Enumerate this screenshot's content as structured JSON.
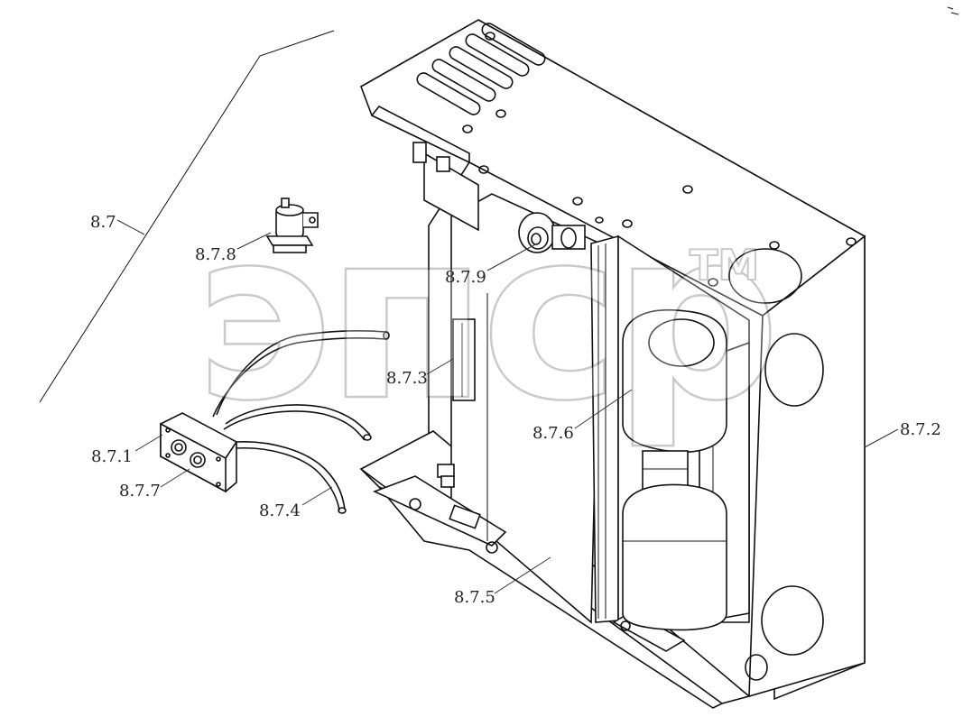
{
  "labels": {
    "assembly": "8.7",
    "p871": "8.7.1",
    "p872": "8.7.2",
    "p873": "8.7.3",
    "p874": "8.7.4",
    "p875": "8.7.5",
    "p876": "8.7.6",
    "p877": "8.7.7",
    "p878": "8.7.8",
    "p879": "8.7.9"
  },
  "watermark": {
    "text": "эпср",
    "trademark": "TM"
  }
}
